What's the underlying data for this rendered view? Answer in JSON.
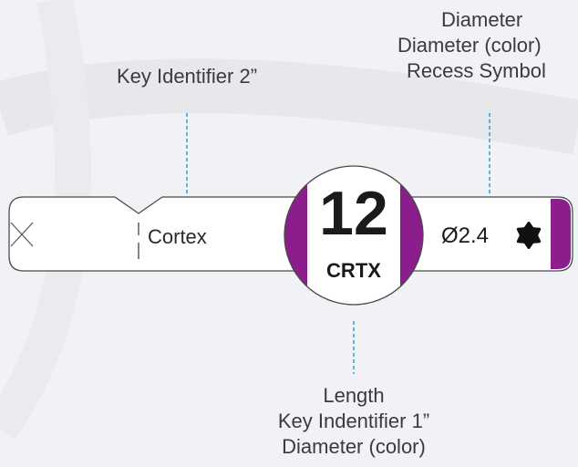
{
  "labels": {
    "top_left": "Key Identifier 2”",
    "top_right": [
      "Diameter",
      "Diameter (color)",
      "Recess Symbol"
    ],
    "bottom": [
      "Length",
      "Key Indentifier 1”",
      "Diameter (color)"
    ]
  },
  "label_band": {
    "section_text": "Cortex",
    "length_value": "12",
    "identifier_code": "CRTX",
    "diameter_value": "Ø2.4"
  },
  "colors": {
    "accent_purple": "#8b1e8c",
    "leader_line": "#3aa6d6",
    "outline": "#4a4a4a"
  },
  "icons": {
    "left_end": "cross-mark-icon",
    "recess": "hexalobe-recess-icon"
  }
}
